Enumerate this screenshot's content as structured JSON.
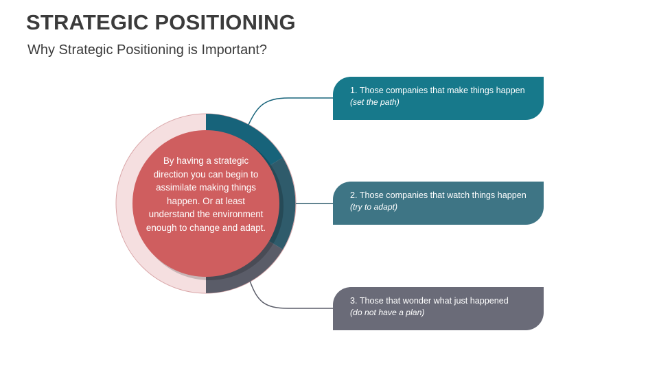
{
  "title": "STRATEGIC POSITIONING",
  "subtitle": "Why Strategic Positioning is Important?",
  "center": {
    "text": "By having a strategic direction you can begin to assimilate making things happen. Or at least understand the environment enough to change and adapt."
  },
  "items": [
    {
      "label": "1. Those companies that make things happen",
      "note": "(set the path)",
      "color": "#17798b"
    },
    {
      "label": "2. Those companies that watch things happen",
      "note": "(try to adapt)",
      "color": "#3e7585"
    },
    {
      "label": "3. Those that wonder what just happened",
      "note": "(do not have a plan)",
      "color": "#6a6b78"
    }
  ],
  "colors": {
    "outer_ring": "#f5dfe0",
    "inner_circle": "#cf5e5f",
    "accent_text": "#3b3b3b"
  }
}
